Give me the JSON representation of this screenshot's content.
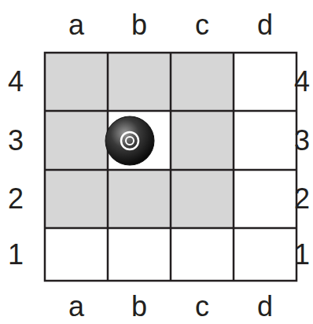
{
  "diagram": {
    "labels": [
      "a",
      "b",
      "c",
      "d",
      "4",
      "4",
      "3",
      "3",
      "2",
      "2",
      "1",
      "1",
      "a",
      "b",
      "c",
      "d"
    ]
  }
}
